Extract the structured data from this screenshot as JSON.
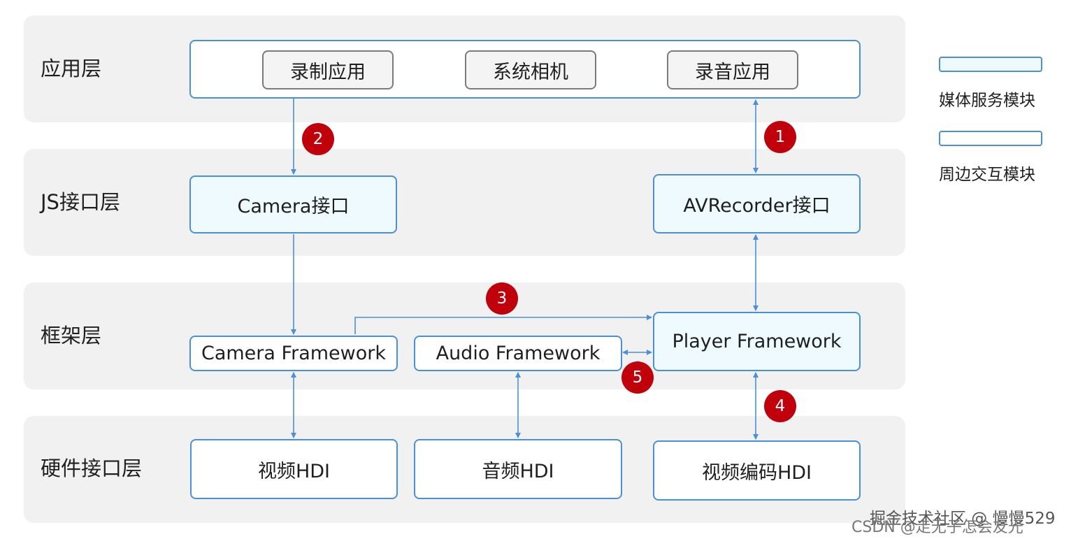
{
  "layers": {
    "app": "应用层",
    "js": "JS接口层",
    "framework": "框架层",
    "hw": "硬件接口层"
  },
  "apps": [
    "录制应用",
    "系统相机",
    "录音应用"
  ],
  "js_boxes": {
    "camera": "Camera接口",
    "avrecorder": "AVRecorder接口"
  },
  "framework_boxes": {
    "camera": "Camera Framework",
    "audio": "Audio Framework",
    "player": "Player Framework"
  },
  "hw_boxes": {
    "video": "视频HDI",
    "audio": "音频HDI",
    "video_codec": "视频编码HDI"
  },
  "badges": [
    "1",
    "2",
    "3",
    "4",
    "5"
  ],
  "legend": {
    "media": "媒体服务模块",
    "peripheral": "周边交互模块"
  },
  "watermark": {
    "line1": "掘金技术社区 @ 慢慢529",
    "line2": "CSDN @走无子怎会友光"
  },
  "colors": {
    "layer_bg": "#f1f1f1",
    "border_blue": "#4a90d9",
    "media_fill": "#eefafd",
    "badge_red": "#c0000b",
    "app_border": "#7b7b7b"
  }
}
